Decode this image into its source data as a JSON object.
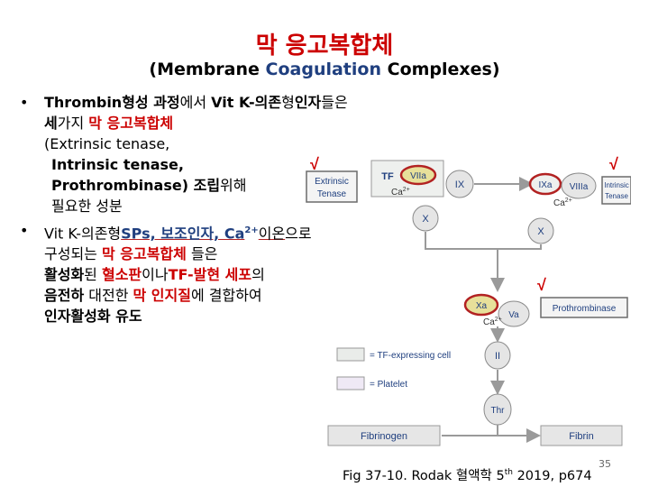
{
  "slide": {
    "title": "막 응고복합체",
    "subtitle_open": "(",
    "subtitle_word1": "Membrane",
    "subtitle_word2": "Coagulation",
    "subtitle_word3": "Complexes",
    "subtitle_close": ")"
  },
  "bullet1": {
    "marker": "•",
    "l1_a": "Thrombin형성 과정",
    "l1_b": "에서 ",
    "l1_c": "Vit K-의존",
    "l1_d": "형",
    "l1_e": "인자",
    "l1_f": "들은",
    "l2_a": "세",
    "l2_b": "가지 ",
    "l2_c": "막 응고복합체",
    "l3": "(Extrinsic tenase,",
    "l4": "Intrinsic tenase,",
    "l5_a": "Prothrombinase) ",
    "l5_b": "조립",
    "l5_c": "위해",
    "l6": "필요한 성분"
  },
  "bullet2": {
    "marker": "•",
    "l1_a": "Vit K-의존형",
    "l1_b": "SPs, 보조인자, Ca",
    "l1_sup": "2+",
    "l1_c": "이온",
    "l1_d": "으로",
    "l2_a": "구성되는 ",
    "l2_b": "막 응고복합체",
    "l2_c": " 들은",
    "l3_a": "활성화",
    "l3_b": "된 ",
    "l3_c": "혈소판",
    "l3_d": "이나",
    "l3_e": "TF-발현 세포",
    "l3_f": "의",
    "l4_a": "음전하",
    "l4_b": " 대전한 ",
    "l4_c": "막 인지질",
    "l4_d": "에 결합하여",
    "l5": "인자활성화 유도"
  },
  "diagram": {
    "extrinsic_l1": "Extrinsic",
    "extrinsic_l2": "Tenase",
    "tf": "TF",
    "viia": "VIIa",
    "ca_1": "Ca",
    "ca_sup": "2+",
    "ix": "IX",
    "ixa": "IXa",
    "viiia": "VIIIa",
    "ca_2": "Ca",
    "intrinsic_l1": "Intrinsic",
    "intrinsic_l2": "Tenase",
    "x_left": "X",
    "x_right": "X",
    "xa": "Xa",
    "va": "Va",
    "ca_3": "Ca",
    "prothrombinase": "Prothrombinase",
    "ii": "II",
    "thr": "Thr",
    "legend_tf": "= TF-expressing cell",
    "legend_platelet": "= Platelet",
    "fibrinogen": "Fibrinogen",
    "fibrin": "Fibrin",
    "check_mark": "√"
  },
  "caption": {
    "text_a": "Fig 37-10. Rodak 혈액학 5",
    "sup": "th",
    "text_b": " 2019, p674"
  },
  "page_number": "35",
  "colors": {
    "title_red": "#cc0000",
    "keyword_blue": "#1f3f7f",
    "box_gray": "#6b6b6b",
    "circle_gray": "#7f7f7f",
    "ring_red": "#b22222",
    "arrow_gray": "#9a9a9a"
  }
}
